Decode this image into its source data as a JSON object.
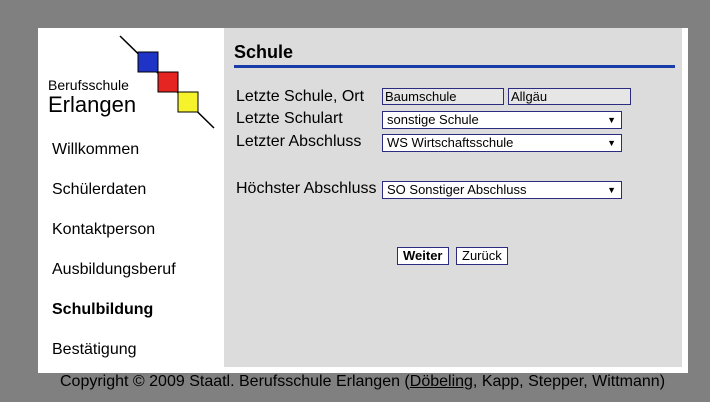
{
  "logo": {
    "line1": "Berufsschule",
    "line2": "Erlangen"
  },
  "nav": [
    {
      "label": "Willkommen",
      "active": false
    },
    {
      "label": "Schülerdaten",
      "active": false
    },
    {
      "label": "Kontaktperson",
      "active": false
    },
    {
      "label": "Ausbildungsberuf",
      "active": false
    },
    {
      "label": "Schulbildung",
      "active": true
    },
    {
      "label": "Bestätigung",
      "active": false
    }
  ],
  "main": {
    "title": "Schule",
    "rows": {
      "letzte_schule_ort": {
        "label": "Letzte Schule, Ort",
        "school_value": "Baumschule",
        "place_value": "Allgäu"
      },
      "letzte_schulart": {
        "label": "Letzte Schulart",
        "value": "sonstige Schule"
      },
      "letzter_abschluss": {
        "label": "Letzter Abschluss",
        "value": "WS Wirtschaftsschule"
      },
      "hoechster_abschluss": {
        "label": "Höchster Abschluss",
        "value": "SO Sonstiger Abschluss"
      }
    },
    "buttons": {
      "weiter": "Weiter",
      "zurueck": "Zurück"
    }
  },
  "footer": {
    "prefix": "Copyright © 2009 Staatl. Berufsschule Erlangen (",
    "link": "Döbeling",
    "suffix": ", Kapp, Stepper, Wittmann)"
  },
  "colors": {
    "accent_rule": "#1a3ca8",
    "logo_blue": "#1f33c6",
    "logo_red": "#e52521",
    "logo_yellow": "#f6f22c"
  }
}
